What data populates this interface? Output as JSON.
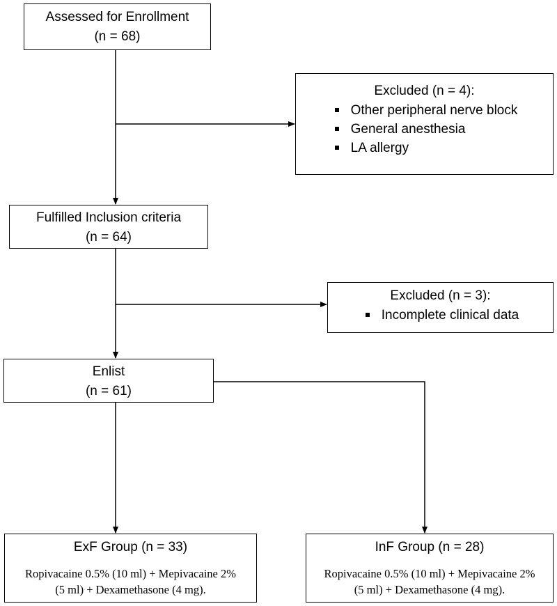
{
  "assessed": {
    "title": "Assessed for Enrollment",
    "count": "(n = 68)"
  },
  "excluded1": {
    "title": "Excluded (n = 4):",
    "items": [
      "Other peripheral nerve block",
      "General anesthesia",
      "LA allergy"
    ]
  },
  "inclusion": {
    "title": "Fulfilled Inclusion criteria",
    "count": "(n = 64)"
  },
  "excluded2": {
    "title": "Excluded (n = 3):",
    "items": [
      "Incomplete clinical data"
    ]
  },
  "enlist": {
    "title": "Enlist",
    "count": "(n = 61)"
  },
  "exf": {
    "title": "ExF Group (n = 33)",
    "line1": "Ropivacaine 0.5% (10 ml) + Mepivacaine 2%",
    "line2": "(5 ml) + Dexamethasone (4 mg)."
  },
  "inf": {
    "title": "InF Group (n = 28)",
    "line1": "Ropivacaine 0.5% (10 ml) + Mepivacaine 2%",
    "line2": "(5 ml) + Dexamethasone (4 mg)."
  }
}
